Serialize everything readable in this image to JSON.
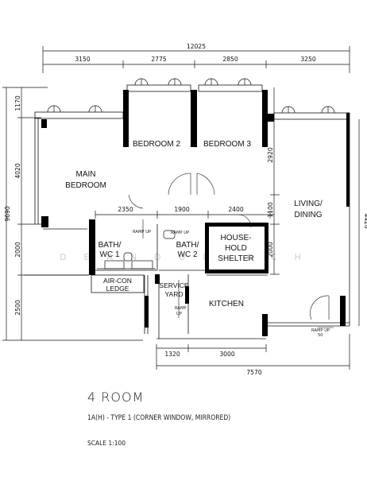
{
  "dimensions": {
    "overall_width": "12025",
    "top_segments": [
      "3150",
      "2775",
      "2850",
      "3250"
    ],
    "left_height": "9690",
    "left_segments": [
      "1170",
      "4020",
      "2000",
      "2500"
    ],
    "inner_row": [
      "2350",
      "1900",
      "2400"
    ],
    "bedroom3_depth": "2920",
    "living_gap": "1100",
    "shelter_depth": "2000",
    "bottom_segments": [
      "1320",
      "3000"
    ],
    "bottom_width": "7570",
    "right_partial": "4420"
  },
  "rooms": {
    "bedroom2": "BEDROOM 2",
    "bedroom3": "BEDROOM 3",
    "main_bedroom_1": "MAIN",
    "main_bedroom_2": "BEDROOM",
    "living_1": "LIVING/",
    "living_2": "DINING",
    "bath1_1": "BATH/",
    "bath1_2": "WC 1",
    "bath2_1": "BATH/",
    "bath2_2": "WC 2",
    "shelter_1": "HOUSE-",
    "shelter_2": "HOLD",
    "shelter_3": "SHELTER",
    "aircon_1": "AIR-CON",
    "aircon_2": "LEDGE",
    "service_1": "SERVICE",
    "service_2": "YARD",
    "kitchen": "KITCHEN"
  },
  "ramps": {
    "ramp_up": "RAMP UP",
    "ramp": "RAMP",
    "up": "UP",
    "ramp_up_50": "RAMP UP",
    "fifty": "50"
  },
  "watermark": "DEANDOB OCH",
  "caption": {
    "title": "4 ROOM",
    "subtitle": "1A(H)  - TYPE 1 (CORNER WINDOW, MIRRORED)",
    "scale": "SCALE  1:100"
  }
}
